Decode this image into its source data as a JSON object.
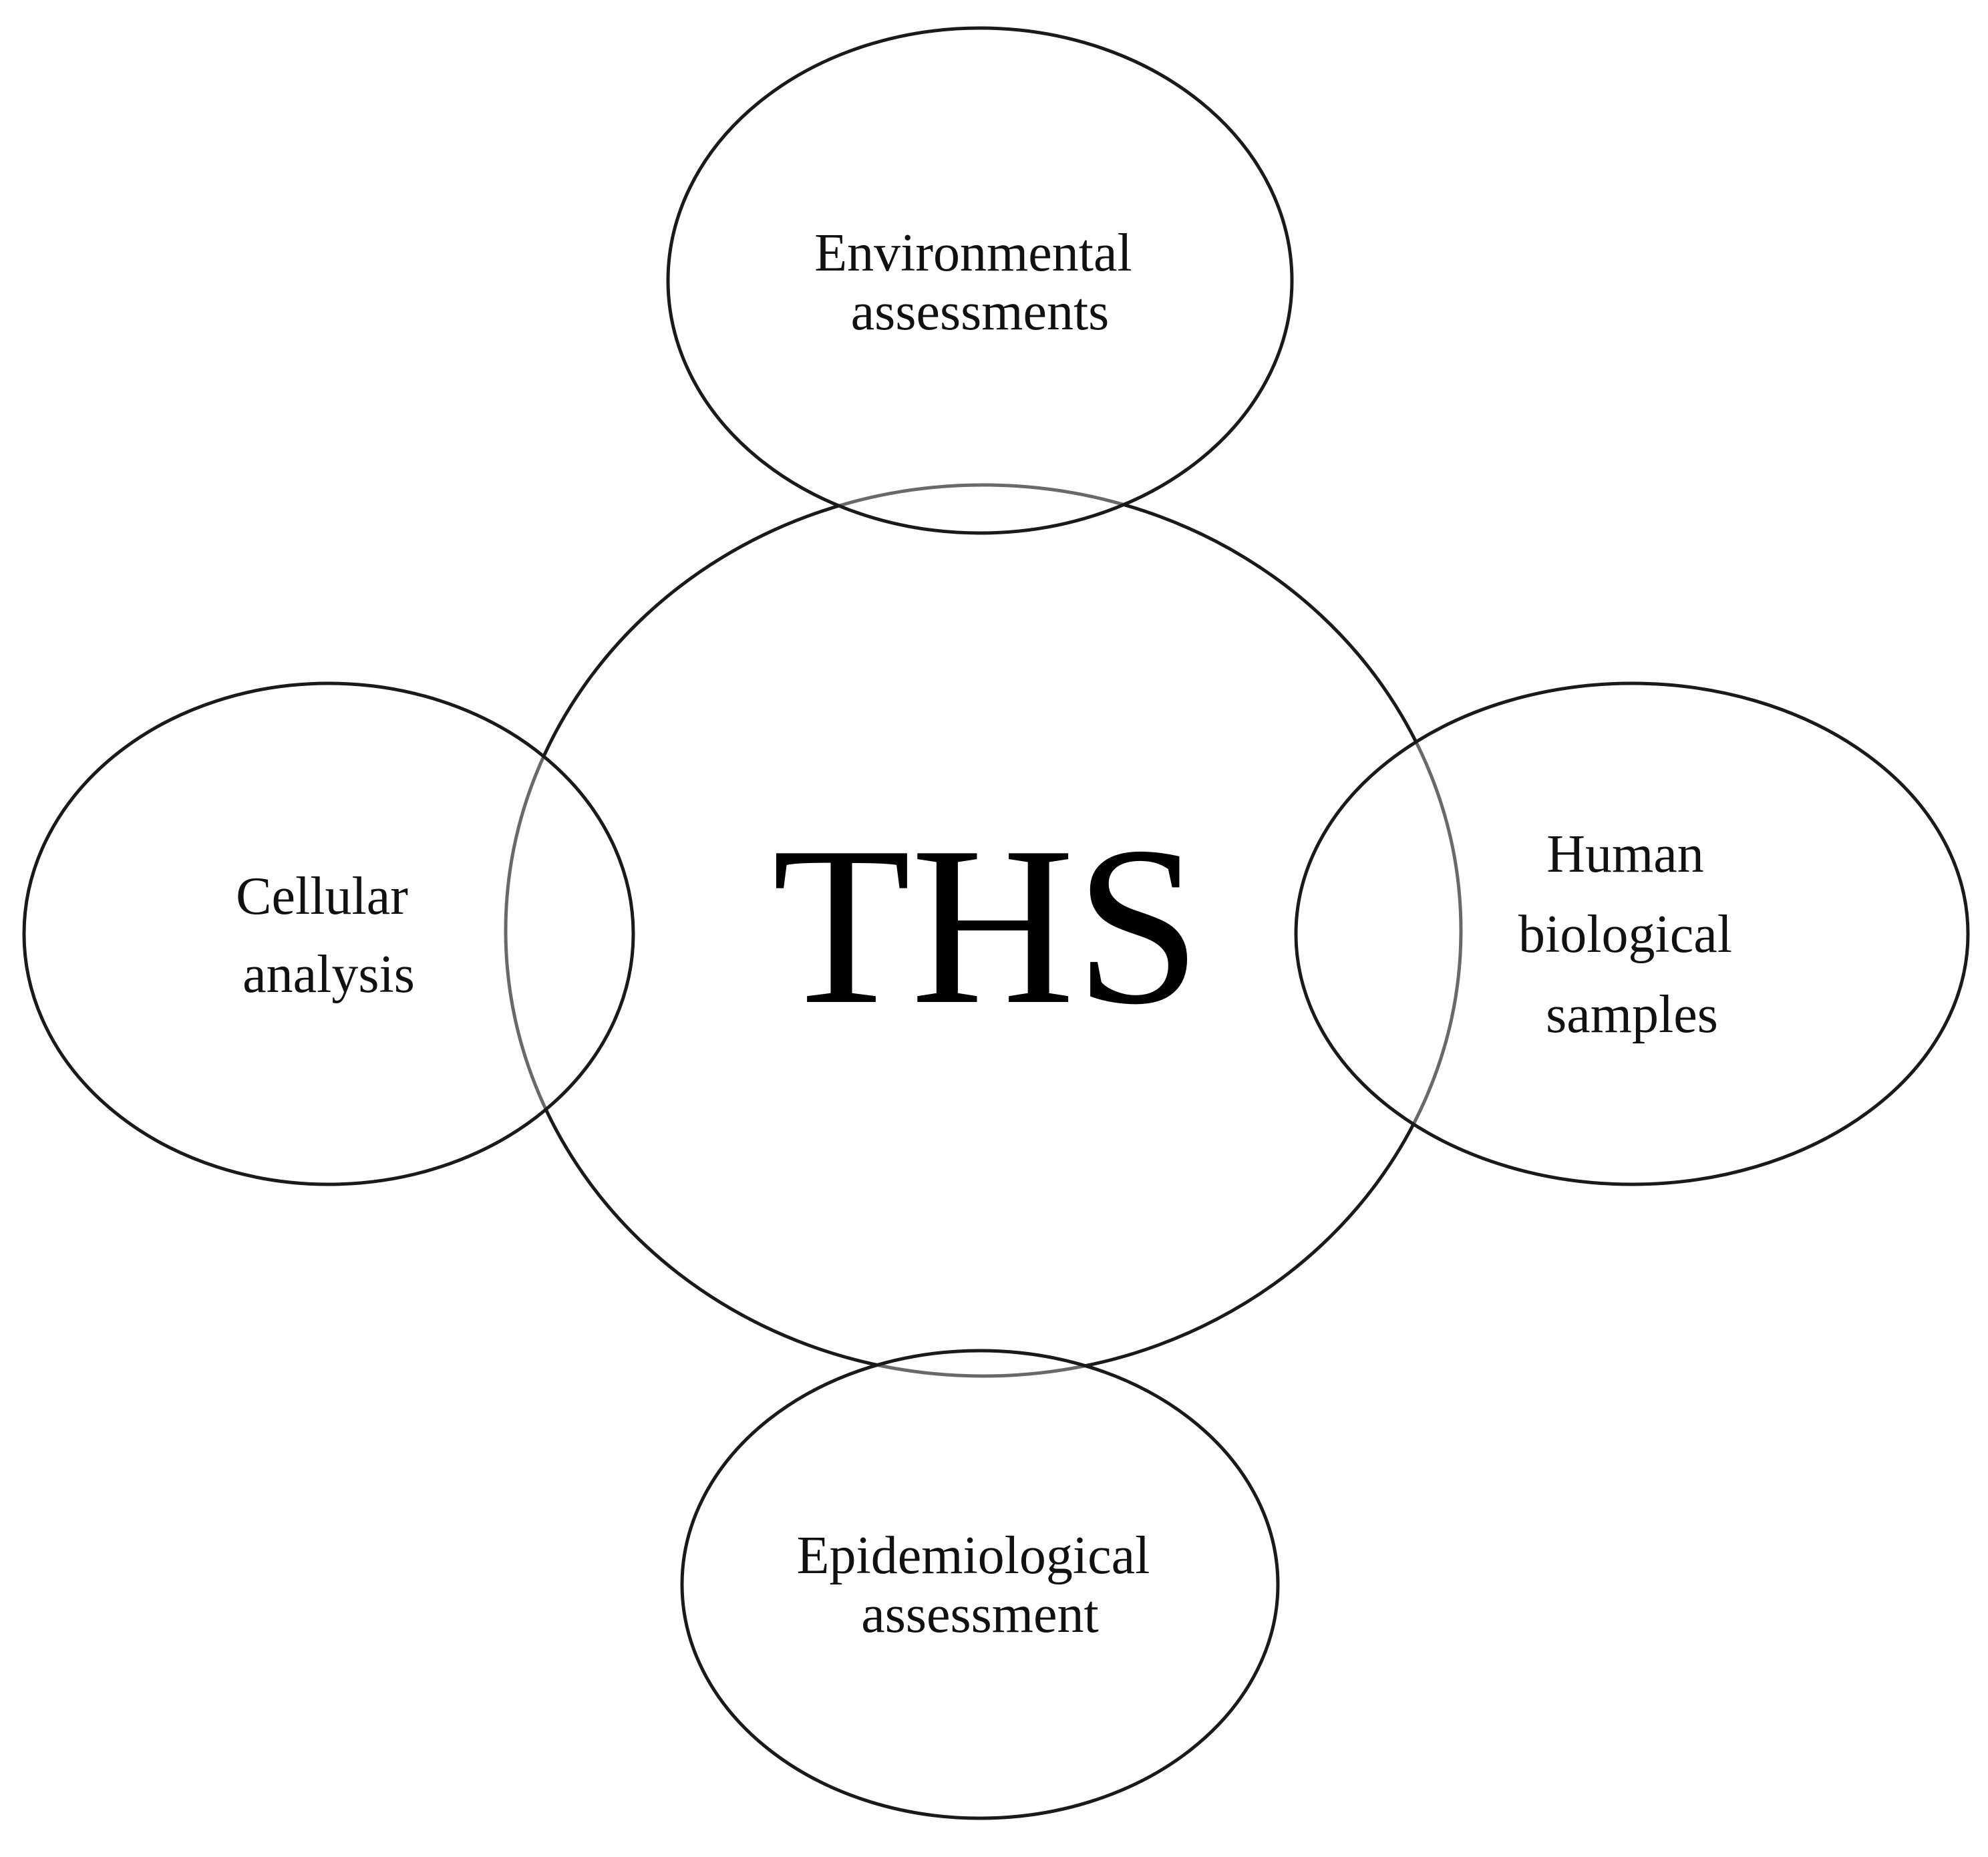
{
  "diagram": {
    "center": {
      "label": "THS"
    },
    "nodes": [
      {
        "id": "top",
        "lines": [
          "Environmental",
          "assessments"
        ]
      },
      {
        "id": "left",
        "lines": [
          "Cellular",
          "analysis"
        ]
      },
      {
        "id": "right",
        "lines": [
          "Human",
          "biological",
          "samples"
        ]
      },
      {
        "id": "bottom",
        "lines": [
          "Epidemiological",
          "assessment"
        ]
      }
    ]
  },
  "colors": {
    "stroke": "#1a1a1a",
    "background": "#ffffff",
    "text": "#111111"
  }
}
